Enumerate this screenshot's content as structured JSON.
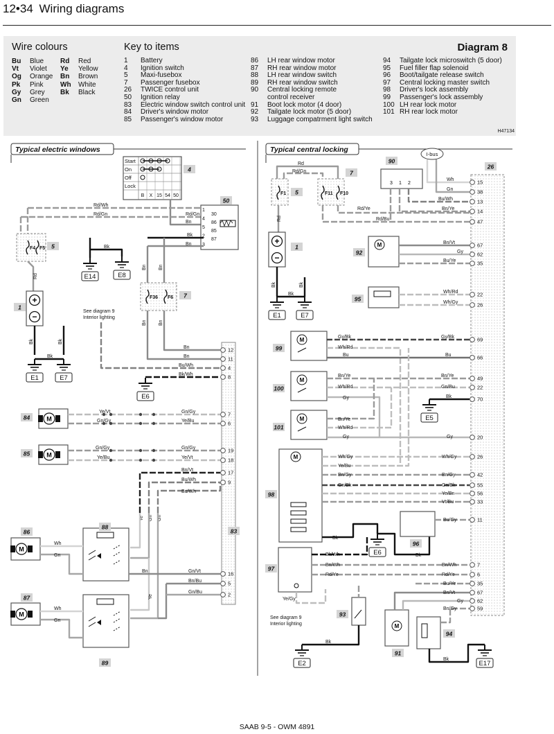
{
  "header": {
    "page": "12•34",
    "title": "Wiring diagrams"
  },
  "key_box": {
    "wire_colours_title": "Wire colours",
    "key_title": "Key to items",
    "diagram_label": "Diagram 8",
    "ref": "H47134",
    "colours": [
      {
        "ab": "Bu",
        "nm": "Blue",
        "ab2": "Rd",
        "nm2": "Red"
      },
      {
        "ab": "Vt",
        "nm": "Violet",
        "ab2": "Ye",
        "nm2": "Yellow"
      },
      {
        "ab": "Og",
        "nm": "Orange",
        "ab2": "Bn",
        "nm2": "Brown"
      },
      {
        "ab": "Pk",
        "nm": "Pink",
        "ab2": "Wh",
        "nm2": "White"
      },
      {
        "ab": "Gy",
        "nm": "Grey",
        "ab2": "Bk",
        "nm2": "Black"
      },
      {
        "ab": "Gn",
        "nm": "Green",
        "ab2": "",
        "nm2": ""
      }
    ],
    "key_col1": [
      {
        "n": "1",
        "t": "Battery"
      },
      {
        "n": "4",
        "t": "Ignition switch"
      },
      {
        "n": "5",
        "t": "Maxi-fusebox"
      },
      {
        "n": "7",
        "t": "Passenger fusebox"
      },
      {
        "n": "26",
        "t": "TWICE control unit"
      },
      {
        "n": "50",
        "t": "Ignition relay"
      },
      {
        "n": "83",
        "t": "Electric window switch control unit"
      },
      {
        "n": "84",
        "t": "Driver's window motor"
      },
      {
        "n": "85",
        "t": "Passenger's window motor"
      }
    ],
    "key_col2": [
      {
        "n": "86",
        "t": "LH rear window motor"
      },
      {
        "n": "87",
        "t": "RH rear window motor"
      },
      {
        "n": "88",
        "t": "LH rear window switch"
      },
      {
        "n": "89",
        "t": "RH rear window switch"
      },
      {
        "n": "90",
        "t": "Central locking remote"
      },
      {
        "n": "",
        "t": "control receiver"
      },
      {
        "n": "91",
        "t": "Boot lock motor (4 door)"
      },
      {
        "n": "92",
        "t": "Tailgate lock motor (5 door)"
      },
      {
        "n": "93",
        "t": "Luggage compatrment light switch"
      }
    ],
    "key_col3": [
      {
        "n": "94",
        "t": "Tailgate lock microswitch (5 door)"
      },
      {
        "n": "95",
        "t": "Fuel filler flap solenoid"
      },
      {
        "n": "96",
        "t": "Boot/tailgate release switch"
      },
      {
        "n": "97",
        "t": "Central locking master switch"
      },
      {
        "n": "98",
        "t": "Driver's lock assembly"
      },
      {
        "n": "99",
        "t": "Passenger's lock assembly"
      },
      {
        "n": "100",
        "t": "LH rear lock motor"
      },
      {
        "n": "101",
        "t": "RH rear lock motor"
      }
    ]
  },
  "sections": {
    "left": "Typical electric windows",
    "right": "Typical central locking"
  },
  "ignition": {
    "rows": [
      "Start",
      "On",
      "Off",
      "Lock"
    ],
    "cols": [
      "B",
      "X",
      "15",
      "54",
      "50"
    ]
  },
  "item_tags": {
    "i4": "4",
    "i50": "50",
    "i5": "5",
    "i1": "1",
    "i7": "7",
    "i83": "83",
    "i84": "84",
    "i85": "85",
    "i86": "86",
    "i87": "87",
    "i88": "88",
    "i89": "89",
    "r5": "5",
    "r7": "7",
    "r90": "90",
    "r26": "26",
    "r1": "1",
    "r92": "92",
    "r95": "95",
    "r99": "99",
    "r100": "100",
    "r101": "101",
    "r98": "98",
    "r96": "96",
    "r97": "97",
    "r93": "93",
    "r91": "91",
    "r94": "94"
  },
  "earths": {
    "E14": "E14",
    "E8": "E8",
    "E1": "E1",
    "E7": "E7",
    "E6": "E6",
    "rE1": "E1",
    "rE7": "E7",
    "rE5": "E5",
    "rE6": "E6",
    "rE2": "E2",
    "rE17": "E17"
  },
  "fuses": {
    "F4": "F4",
    "F5": "F5",
    "F36": "F36",
    "F6": "F6",
    "F1": "F1",
    "F11": "F11",
    "F10": "F10"
  },
  "notes": {
    "see9": "See diagram 9",
    "interior": "Interior lighting",
    "ibus": "I-bus"
  },
  "left_wires": {
    "rdwh": "Rd/Wh",
    "rdgn": "Rd/Gn",
    "rdgn2": "Rd/Gn",
    "bn50": "Bn",
    "bk50": "Bk",
    "bn50b": "Bn",
    "bk_e": "Bk",
    "rd1": "Rd",
    "bk1a": "Bk",
    "bk1b": "Bk",
    "bk1c": "Bk",
    "bn_v1": "Bn",
    "bn_v2": "Bn",
    "bn_v3": "Bn",
    "bn_v4": "Bn",
    "c12": "Bn",
    "c11": "Bn",
    "c4": "Bu/Wh",
    "c8": "Bk/Wh",
    "m84a": "Ye/Vt",
    "m84b": "Gn/Gy",
    "m84c": "Gn/Gy",
    "m84d": "Ye/Bu",
    "m85a": "Gn/Gy",
    "m85b": "Ye/Bu",
    "m85c": "Gn/Gy",
    "m85d": "Ye/Vt",
    "c17": "Bn/Vt",
    "c9": "Bu/Wh",
    "c9b": "Bu/Wh",
    "ye1": "Ye",
    "gn1": "Gn",
    "gn2": "Gn",
    "ye2": "Ye",
    "wh86": "Wh",
    "gn86": "Gn",
    "wh87": "Wh",
    "gn87": "Gn",
    "bn88": "Bn",
    "c16": "Gn/Vt",
    "c5": "Bn/Bu",
    "c2": "Gn/Bu"
  },
  "right_wires": {
    "rd": "Rd",
    "rdgn": "Rd/Gn",
    "rd5": "Rd",
    "bk1a": "Bk",
    "bk1b": "Bk",
    "bk1c": "Bk",
    "rdye": "Rd/Ye",
    "rdbu": "Rd/Bu",
    "wh": "Wh",
    "gn": "Gn",
    "buwh": "Bu/Wh",
    "bnye": "Bn/Ye",
    "bnvt": "Bn/Vt",
    "gy": "Gy",
    "buye": "Bu/Ye",
    "whrd": "Wh/Rd",
    "whgy": "Wh/Gy",
    "gybk": "Gy/Bk",
    "gybk2": "Gy/Bk",
    "whrd99": "Wh/Rd",
    "bu99": "Bu",
    "bu99b": "Bu",
    "bnye100": "Bn/Ye",
    "whrd100": "Wh/Rd",
    "gy100": "Gy",
    "bnye100b": "Bn/Ye",
    "gnbu100": "Gn/Bu",
    "bk70": "Bk",
    "bnye101": "Bn/Ye",
    "whrd101": "Wh/Rd",
    "gy101": "Gy",
    "gy20": "Gy",
    "whgy98": "Wh/Gy",
    "yebu98": "Ye/Bu",
    "bngy98": "Bn/Gy",
    "gnbk98": "Gn/Bk",
    "whgy26": "Wh/Gy",
    "bngy42": "Bn/Gy",
    "gnbk55": "Gn/Bk",
    "yebn56": "Ye/Bn",
    "vtbu33": "Vt/Bu",
    "bugy11": "Bu/Gy",
    "bk98": "Bk",
    "bk96": "Bk",
    "bkwh97": "Bk/Wh",
    "bnwh7": "Bn/Wh",
    "rdye6": "Rd/Ye",
    "bnwh97": "Bn/Wh",
    "rdye97": "Rd/Ye",
    "yegy": "Ye/Gy",
    "buye35": "Bu/Ye",
    "bnvt67": "Bn/Vt",
    "gy62": "Gy",
    "bngy59": "Bn/Gy",
    "bk93": "Bk",
    "bk94": "Bk"
  },
  "pins": {
    "p50": [
      "30",
      "86",
      "85",
      "87"
    ],
    "p50b": [
      "1",
      "4",
      "5",
      "2",
      "3"
    ],
    "p83": [
      "12",
      "11",
      "4",
      "8",
      "7",
      "6",
      "19",
      "18",
      "17",
      "9",
      "16",
      "5",
      "2"
    ],
    "p26": [
      "15",
      "38",
      "13",
      "14",
      "47",
      "67",
      "62",
      "35",
      "22",
      "26",
      "69",
      "66",
      "49",
      "22",
      "70",
      "20",
      "26",
      "42",
      "55",
      "56",
      "33",
      "11",
      "7",
      "6",
      "35",
      "67",
      "62",
      "59"
    ]
  },
  "footer": "SAAB 9-5 - OWM 4891"
}
